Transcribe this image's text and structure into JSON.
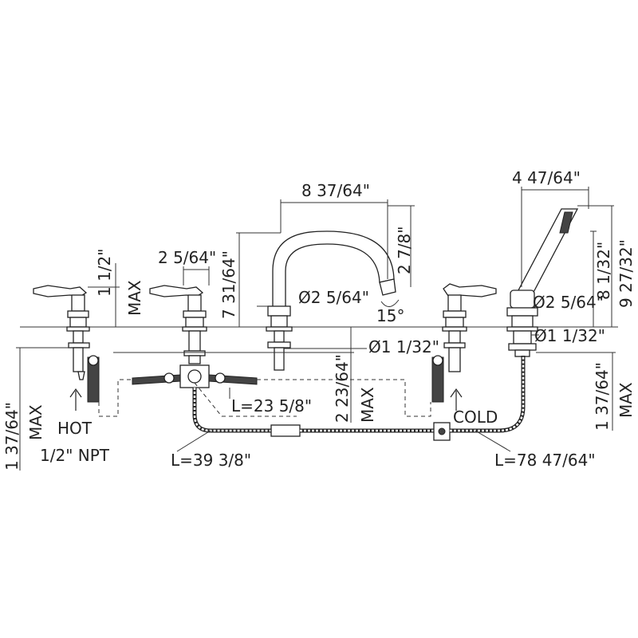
{
  "dimensions": {
    "spout_reach": "8 37/64\"",
    "handshower_width": "4 47/64\"",
    "spout_height_above_deck": "7 31/64\"",
    "handle_height": "1 1/2\"",
    "handle_height_max": "MAX",
    "handle_spread": "2 5/64\"",
    "spout_rise": "2 7/8\"",
    "spout_diameter": "Ø2 5/64\"",
    "swivel_angle": "15°",
    "deck_hole_spout": "Ø1 1/32\"",
    "handshower_diameter": "Ø2 5/64\"",
    "deck_hole_handshower": "Ø1 1/32\"",
    "handshower_height_a": "8 1/32\"",
    "handshower_height_b": "9 27/32\"",
    "deck_thickness_left": "1 37/64\"",
    "deck_thickness_left_max": "MAX",
    "deck_thickness_mid": "2 23/64\"",
    "deck_thickness_mid_max": "MAX",
    "deck_thickness_right": "1 37/64\"",
    "deck_thickness_right_max": "MAX",
    "hose_len_short": "L=23 5/8\"",
    "hose_len_main": "L=39 3/8\"",
    "hose_len_long": "L=78 47/64\""
  },
  "labels": {
    "hot": "HOT",
    "cold": "COLD",
    "npt": "1/2\" NPT"
  }
}
